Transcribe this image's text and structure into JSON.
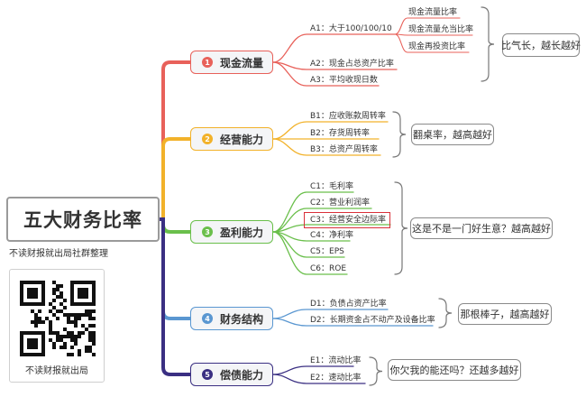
{
  "root": {
    "title": "五大财务比率",
    "caption": "不读财报就出局社群整理"
  },
  "qr": {
    "caption": "不读财报就出局"
  },
  "categories": [
    {
      "label": "现金流量",
      "badge": "1",
      "color": "#e8615a",
      "items": [
        {
          "text": "A1：大于100/100/10",
          "children": [
            "现金流量比率",
            "现金流量允当比率",
            "现金再投资比率"
          ]
        },
        {
          "text": "A2：现金占总资产比率"
        },
        {
          "text": "A3：平均收现日数"
        }
      ],
      "note": "比气长，越长越好"
    },
    {
      "label": "经营能力",
      "badge": "2",
      "color": "#f2b22a",
      "items": [
        {
          "text": "B1：应收账款周转率"
        },
        {
          "text": "B2：存货周转率"
        },
        {
          "text": "B3：总资产周转率"
        }
      ],
      "note": "翻桌率，越高越好"
    },
    {
      "label": "盈利能力",
      "badge": "3",
      "color": "#6abf4b",
      "items": [
        {
          "text": "C1：毛利率"
        },
        {
          "text": "C2：营业利润率"
        },
        {
          "text": "C3：经营安全边际率"
        },
        {
          "text": "C4：净利率"
        },
        {
          "text": "C5：EPS"
        },
        {
          "text": "C6：ROE"
        }
      ],
      "note": "这是不是一门好生意？越高越好"
    },
    {
      "label": "财务结构",
      "badge": "4",
      "color": "#5a97d1",
      "items": [
        {
          "text": "D1：负债占资产比率"
        },
        {
          "text": "D2：长期资金占不动产及设备比率"
        }
      ],
      "note": "那根棒子，越高越好"
    },
    {
      "label": "偿债能力",
      "badge": "5",
      "color": "#3a2f82",
      "items": [
        {
          "text": "E1：流动比率"
        },
        {
          "text": "E2：速动比率"
        }
      ],
      "note": "你欠我的能还吗？还越多越好"
    }
  ],
  "highlight": "C3：经营安全边际率"
}
